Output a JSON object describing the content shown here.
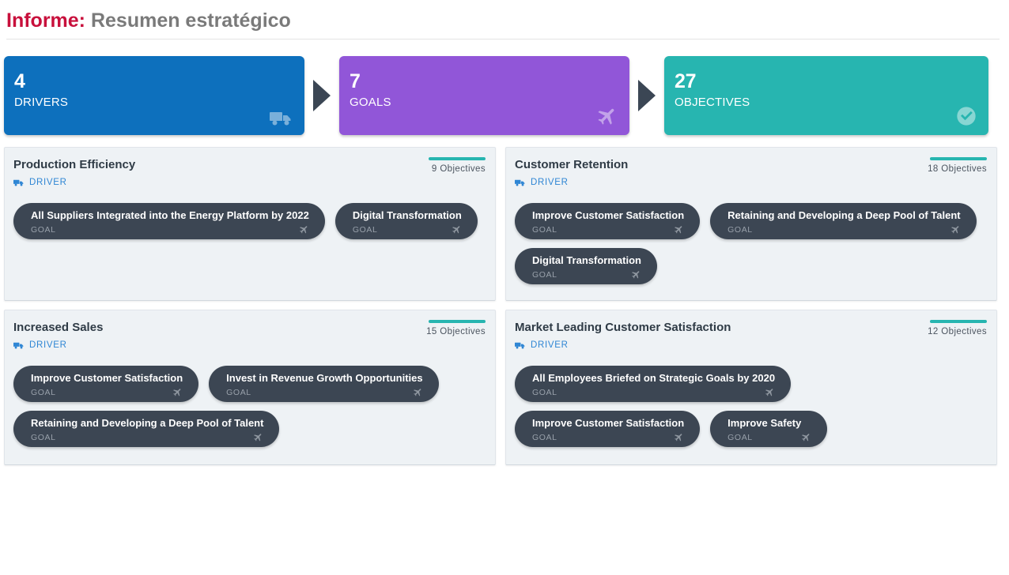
{
  "header": {
    "title_prefix": "Informe:",
    "title_main": "Resumen estratégico"
  },
  "kpis": [
    {
      "value": "4",
      "label": "DRIVERS",
      "icon": "truck-icon",
      "color": "#0d70bd"
    },
    {
      "value": "7",
      "label": "GOALS",
      "icon": "airplane-icon",
      "color": "#9156d8"
    },
    {
      "value": "27",
      "label": "OBJECTIVES",
      "icon": "check-circle-icon",
      "color": "#27b5b0"
    }
  ],
  "accent_color": "#27b5b0",
  "drivers": [
    {
      "title": "Production Efficiency",
      "meta_label": "DRIVER",
      "meta_icon": "truck-icon",
      "objectives_count": "9 Objectives",
      "goals": [
        {
          "title": "All Suppliers Integrated into the Energy Platform by 2022",
          "type": "GOAL",
          "icon": "airplane-icon"
        },
        {
          "title": "Digital Transformation",
          "type": "GOAL",
          "icon": "airplane-icon"
        }
      ]
    },
    {
      "title": "Customer Retention",
      "meta_label": "DRIVER",
      "meta_icon": "truck-icon",
      "objectives_count": "18 Objectives",
      "goals": [
        {
          "title": "Improve Customer Satisfaction",
          "type": "GOAL",
          "icon": "airplane-icon"
        },
        {
          "title": "Retaining and Developing a Deep Pool of Talent",
          "type": "GOAL",
          "icon": "airplane-icon"
        },
        {
          "title": "Digital Transformation",
          "type": "GOAL",
          "icon": "airplane-icon"
        }
      ]
    },
    {
      "title": "Increased Sales",
      "meta_label": "DRIVER",
      "meta_icon": "truck-icon",
      "objectives_count": "15 Objectives",
      "goals": [
        {
          "title": "Improve Customer Satisfaction",
          "type": "GOAL",
          "icon": "airplane-icon"
        },
        {
          "title": "Invest in Revenue Growth Opportunities",
          "type": "GOAL",
          "icon": "airplane-icon"
        },
        {
          "title": "Retaining and Developing a Deep Pool of Talent",
          "type": "GOAL",
          "icon": "airplane-icon"
        }
      ]
    },
    {
      "title": "Market Leading Customer Satisfaction",
      "meta_label": "DRIVER",
      "meta_icon": "truck-icon",
      "objectives_count": "12 Objectives",
      "goals": [
        {
          "title": "All Employees Briefed on Strategic Goals by 2020",
          "type": "GOAL",
          "icon": "airplane-icon"
        },
        {
          "title": "Improve Customer Satisfaction",
          "type": "GOAL",
          "icon": "airplane-icon"
        },
        {
          "title": "Improve Safety",
          "type": "GOAL",
          "icon": "airplane-icon"
        }
      ]
    }
  ]
}
